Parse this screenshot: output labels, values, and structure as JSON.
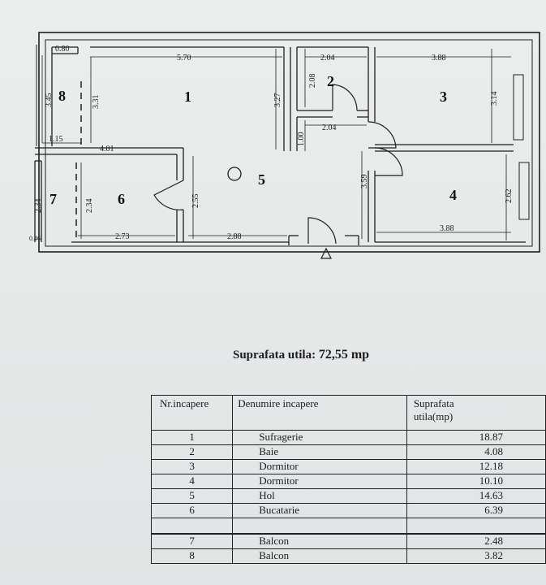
{
  "plan": {
    "rooms": [
      {
        "num": "1",
        "dims": {
          "w_top": "5.70",
          "h": "3.27",
          "h2": "3.31"
        }
      },
      {
        "num": "2",
        "dims": {
          "w_top": "2.04",
          "h": "2.08",
          "w_bottom": "2.04",
          "h_door": "1.00"
        }
      },
      {
        "num": "3",
        "dims": {
          "w_top": "3.88",
          "h": "3.14"
        }
      },
      {
        "num": "4",
        "dims": {
          "w_bottom": "3.88",
          "h": "2.62"
        }
      },
      {
        "num": "5",
        "dims": {
          "w_bottom": "2.88",
          "h": "2.55",
          "h_hall": "3.59"
        }
      },
      {
        "num": "6",
        "dims": {
          "w_top": "4.01",
          "w_bottom": "2.73",
          "h": "2.34"
        }
      },
      {
        "num": "7",
        "dims": {
          "h": "2.34",
          "w_bottom": "0.46"
        }
      },
      {
        "num": "8",
        "dims": {
          "w_top": "0.80",
          "h": "3.45",
          "w_bottom": "1.15"
        }
      }
    ]
  },
  "summary": {
    "label": "Suprafata utila:",
    "value": "72,55 mp"
  },
  "table": {
    "headers": {
      "nr": "Nr.incapere",
      "name": "Denumire incapere",
      "area_line1": "Suprafata",
      "area_line2": "utila(mp)"
    },
    "rows": [
      {
        "nr": "1",
        "name": "Sufragerie",
        "area": "18.87"
      },
      {
        "nr": "2",
        "name": "Baie",
        "area": "4.08"
      },
      {
        "nr": "3",
        "name": "Dormitor",
        "area": "12.18"
      },
      {
        "nr": "4",
        "name": "Dormitor",
        "area": "10.10"
      },
      {
        "nr": "5",
        "name": "Hol",
        "area": "14.63"
      },
      {
        "nr": "6",
        "name": "Bucatarie",
        "area": "6.39"
      }
    ],
    "balcony_rows": [
      {
        "nr": "7",
        "name": "Balcon",
        "area": "2.48"
      },
      {
        "nr": "8",
        "name": "Balcon",
        "area": "3.82"
      }
    ]
  }
}
